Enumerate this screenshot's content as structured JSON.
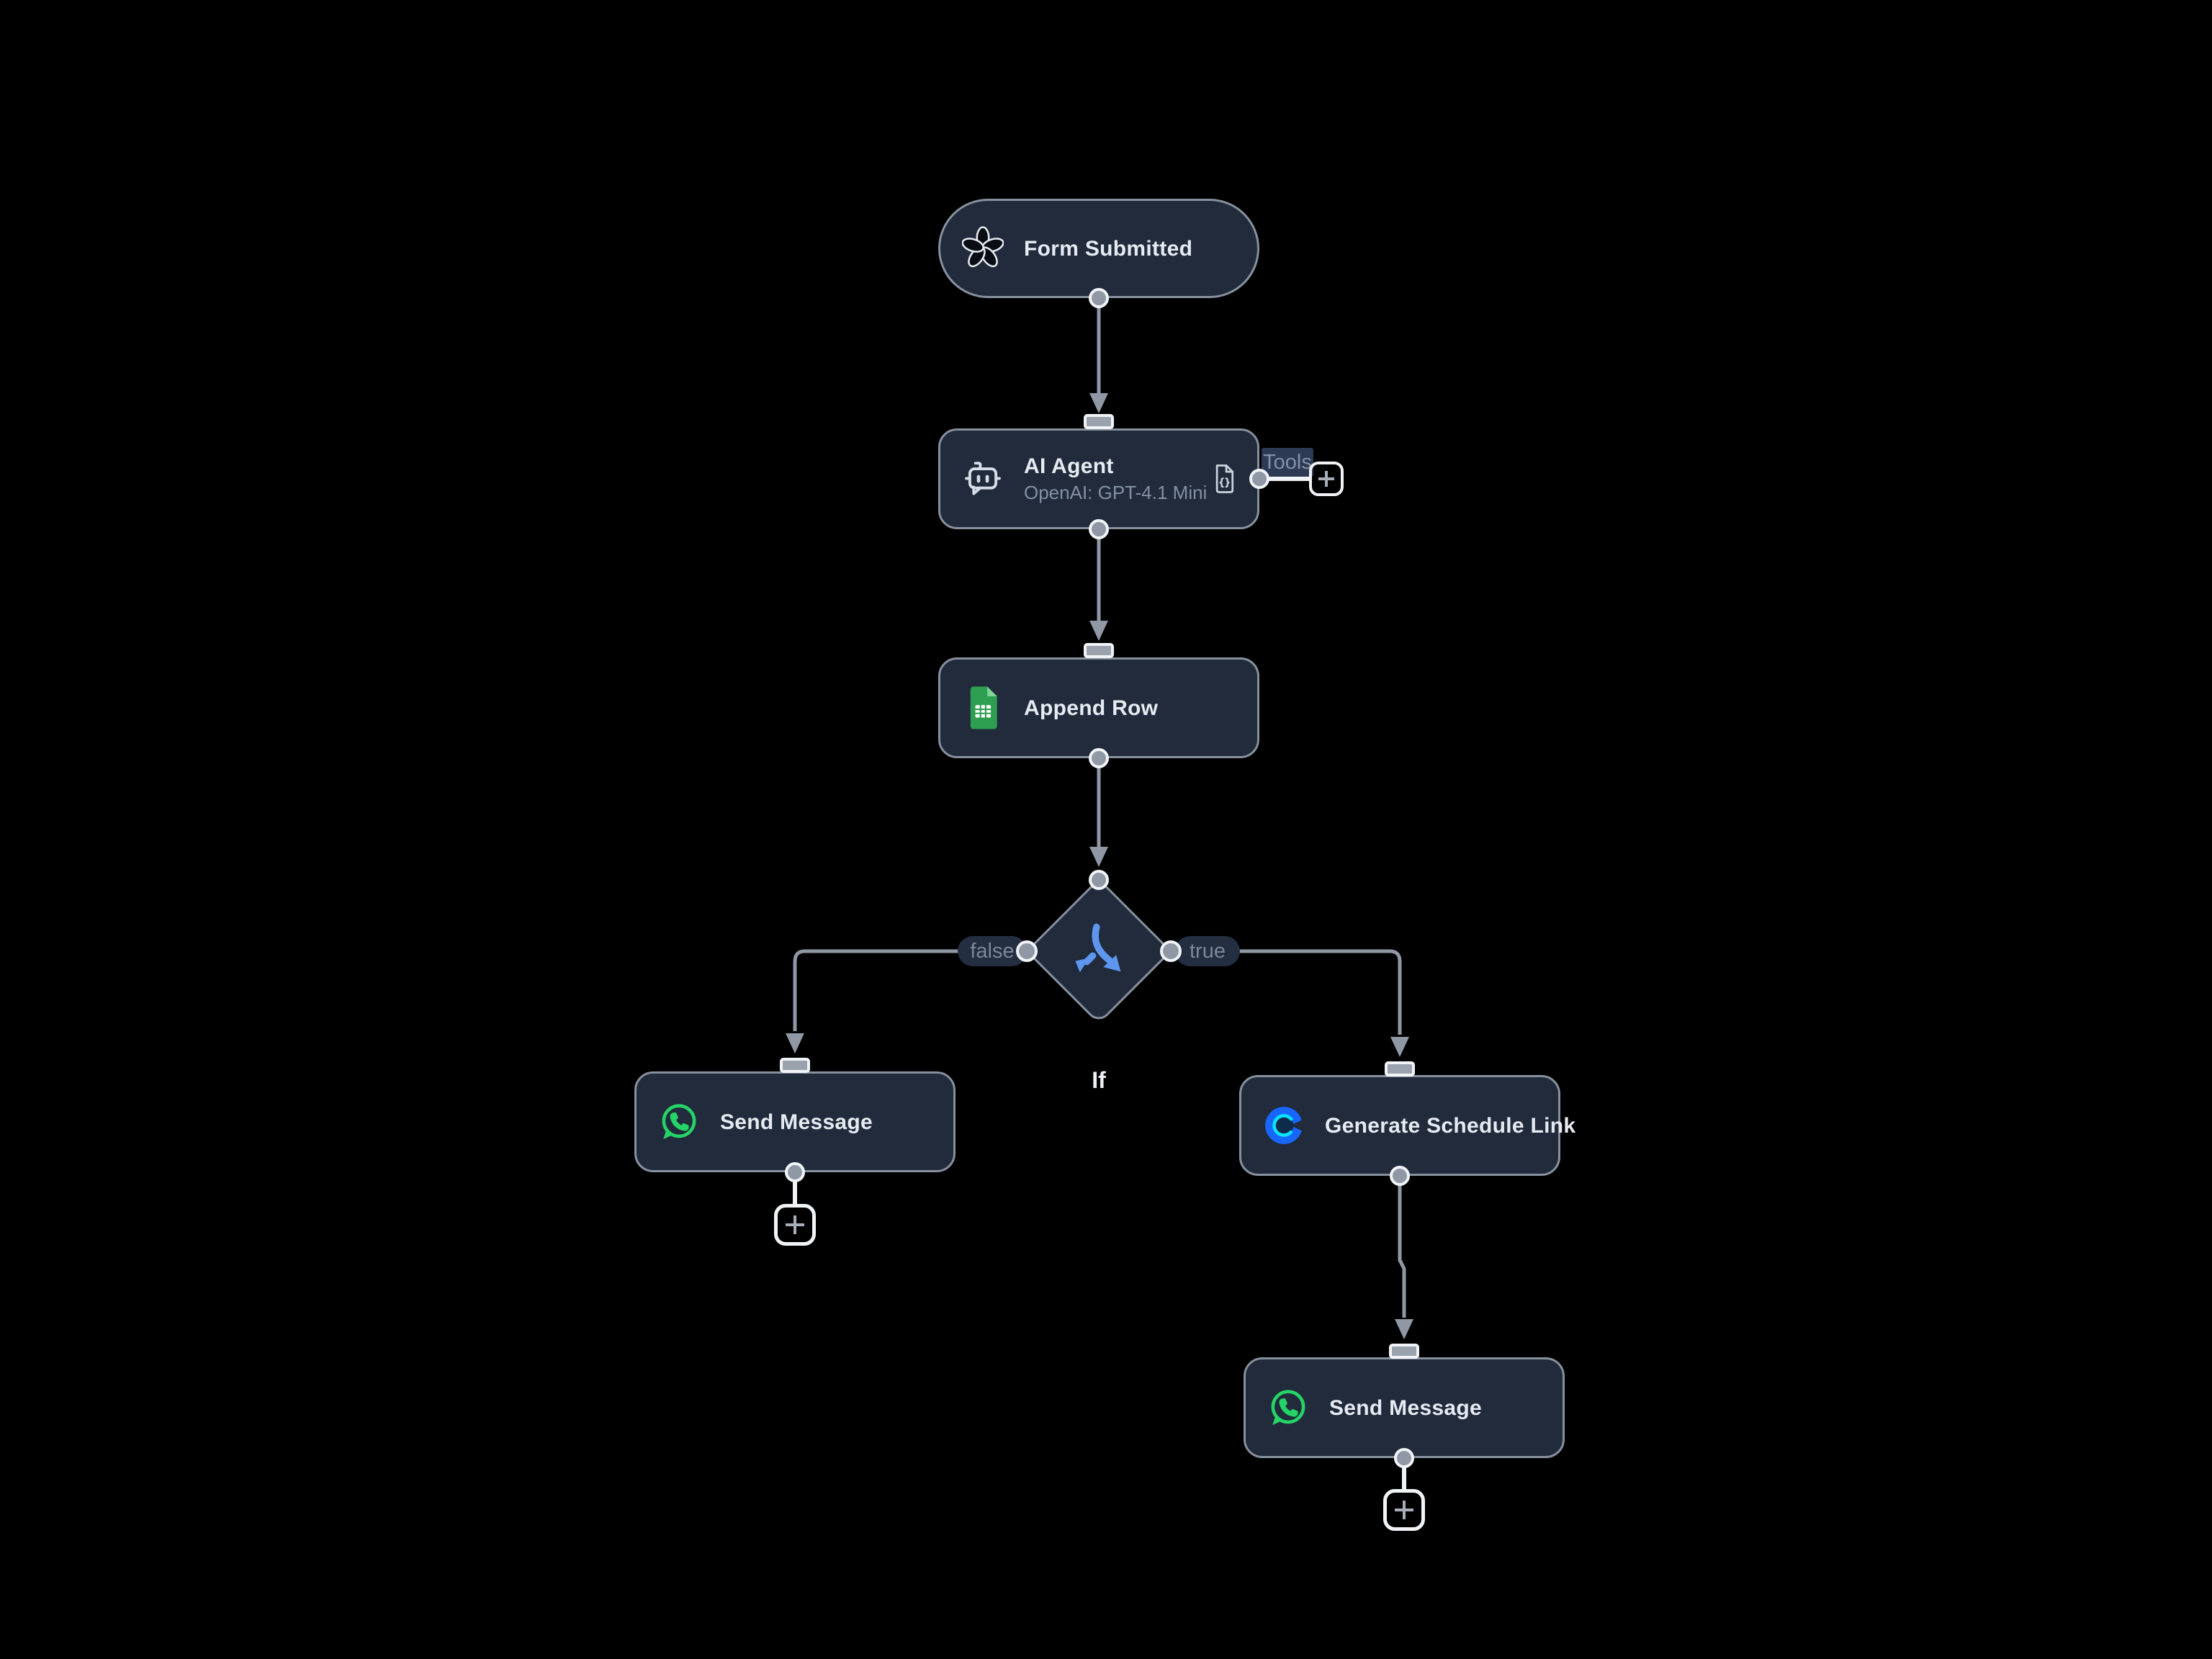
{
  "labels": {
    "branch_false": "false",
    "branch_true": "true",
    "tools": "Tools",
    "if_caption": "If"
  },
  "nodes": [
    {
      "id": "form-submitted",
      "title": "Form Submitted",
      "icon": "form-trigger-flower-icon"
    },
    {
      "id": "ai-agent",
      "title": "AI Agent",
      "subtitle": "OpenAI: GPT-4.1 Mini",
      "icon": "robot-chat-icon",
      "secondary_icon": "json-file-icon"
    },
    {
      "id": "append-row",
      "title": "Append Row",
      "icon": "google-sheets-icon"
    },
    {
      "id": "if-node",
      "title": "If",
      "icon": "branch-split-icon"
    },
    {
      "id": "send-message-false",
      "title": "Send Message",
      "icon": "whatsapp-icon"
    },
    {
      "id": "generate-schedule-link",
      "title": "Generate Schedule Link",
      "icon": "calendly-icon"
    },
    {
      "id": "send-message-true",
      "title": "Send Message",
      "icon": "whatsapp-icon"
    }
  ],
  "colors": {
    "canvas_background": "#000000",
    "node_fill": "#212B3C",
    "node_border": "#87909D",
    "connector_gray": "#8F98A4",
    "connector_white": "#F1F4F7",
    "branch_icon_blue": "#5E95EE",
    "whatsapp_green": "#25D366",
    "sheets_green": "#2E9E50",
    "sheets_fold_green": "#7FD598",
    "calendly_blue": "#1766FE",
    "calendly_cyan": "#0AE4FF"
  }
}
